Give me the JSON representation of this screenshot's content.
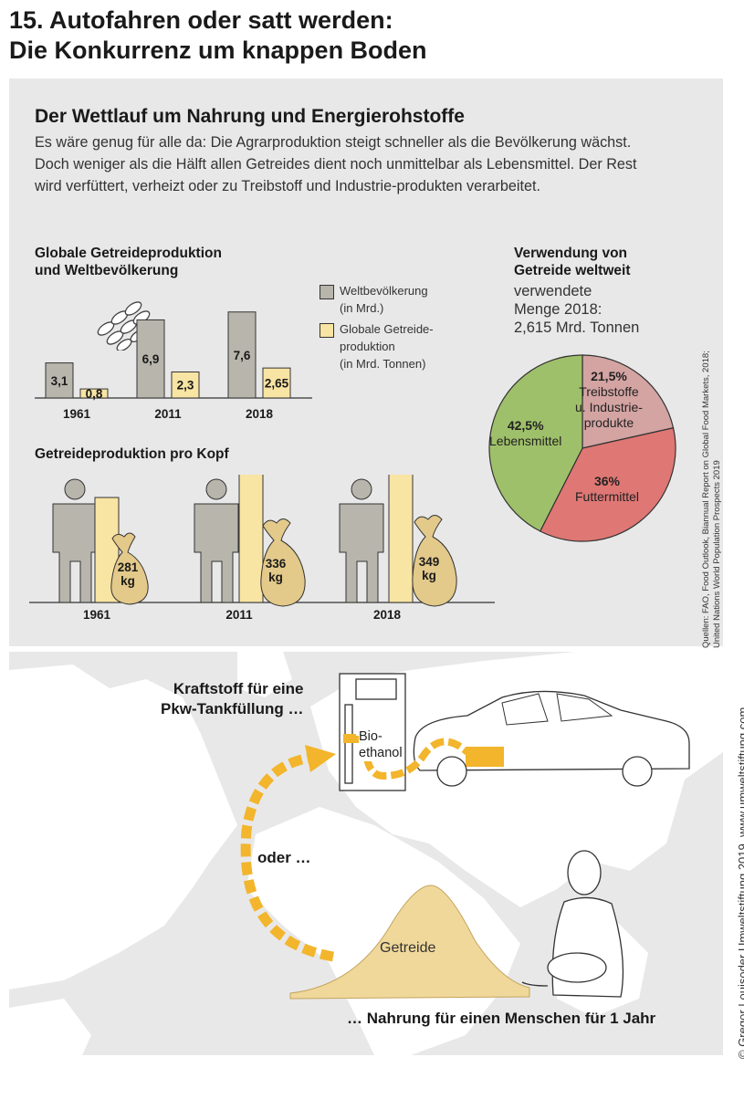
{
  "title_line1": "15. Autofahren oder satt werden:",
  "title_line2": "Die Konkurrenz um knappen Boden",
  "subheading": "Der Wettlauf um Nahrung und Energierohstoffe",
  "intro": "Es wäre genug für alle da: Die Agrarproduktion steigt schneller als die Bevölkerung wächst. Doch weniger als die Hälft allen Getreides dient noch unmittelbar als Lebensmittel. Der Rest wird verfüttert, verheizt oder zu Treibstoff und Industrie-produkten verarbeitet.",
  "bar_section": {
    "title_line1": "Globale Getreideproduktion",
    "title_line2": "und Weltbevölkerung"
  },
  "legend": {
    "pop_line1": "Weltbevölkerung",
    "pop_line2": "(in Mrd.)",
    "grain_line1": "Globale Getreide-",
    "grain_line2": "produktion",
    "grain_line3": "(in Mrd. Tonnen)"
  },
  "per_capita": {
    "title": "Getreideproduktion pro Kopf",
    "years": [
      "1961",
      "2011",
      "2018"
    ],
    "values": [
      "281",
      "336",
      "349"
    ],
    "unit": "kg"
  },
  "pie_section": {
    "title_line1": "Verwendung von",
    "title_line2": "Getreide weltweit",
    "sub_line1": "verwendete",
    "sub_line2": "Menge 2018:",
    "sub_line3": "2,615 Mrd. Tonnen"
  },
  "sources_line1": "Quellen: FAO, Food Outlook, Biannual Report on Global Food Markets, 2018;",
  "sources_line2": "United Nations World Population Prospects 2019",
  "copyright": "© Gregor Louisoder Umweltstiftung 2019, www.umweltstiftung.com",
  "bottom": {
    "fuel_line1": "Kraftstoff für eine",
    "fuel_line2": "Pkw-Tankfüllung …",
    "bio_line1": "Bio-",
    "bio_line2": "ethanol",
    "or": "oder …",
    "grain": "Getreide",
    "food": "… Nahrung für einen Menschen für 1 Jahr"
  },
  "colors": {
    "population": "#b7b5ac",
    "grain": "#f8e4a3",
    "food": "#9fc06a",
    "industry": "#d4a4a2",
    "feed": "#df7774",
    "accent": "#f2b52c",
    "panel": "#e8e8e8",
    "sack": "#e3c98a"
  },
  "chart_data": [
    {
      "type": "bar",
      "categories": [
        "1961",
        "2011",
        "2018"
      ],
      "series": [
        {
          "name": "Weltbevölkerung (in Mrd.)",
          "values": [
            3.1,
            6.9,
            7.6
          ],
          "labels": [
            "3,1",
            "6,9",
            "7,6"
          ]
        },
        {
          "name": "Globale Getreideproduktion (in Mrd. Tonnen)",
          "values": [
            0.8,
            2.3,
            2.65
          ],
          "labels": [
            "0,8",
            "2,3",
            "2,65"
          ]
        }
      ]
    },
    {
      "type": "pie",
      "slices": [
        {
          "label": "Treibstoffe u. Industrieprodukte",
          "text_line1": "Treibstoffe",
          "text_line2": "u. Industrie-",
          "text_line3": "produkte",
          "value": 21.5,
          "value_label": "21,5%"
        },
        {
          "label": "Futtermittel",
          "value": 36,
          "value_label": "36%"
        },
        {
          "label": "Lebensmittel",
          "value": 42.5,
          "value_label": "42,5%"
        }
      ]
    }
  ]
}
